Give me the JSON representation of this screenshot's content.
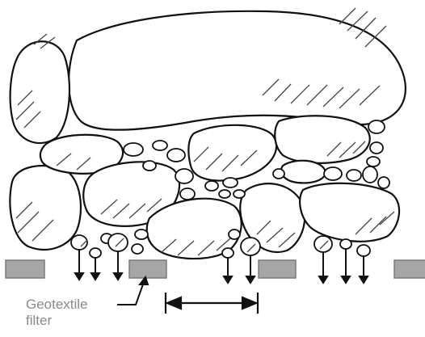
{
  "figure": {
    "annotation": {
      "line1": "Geotextile",
      "line2": "filter"
    },
    "colors": {
      "outline": "#111111",
      "hatch": "#444444",
      "geotextile_fill": "#a6a6a6",
      "geotextile_edge": "#7a7a7a",
      "label": "#8a8a8a"
    },
    "components": [
      "stone",
      "gravel",
      "geotextile-strip",
      "drainage-arrow",
      "dimension-arrow",
      "label-leader"
    ]
  }
}
